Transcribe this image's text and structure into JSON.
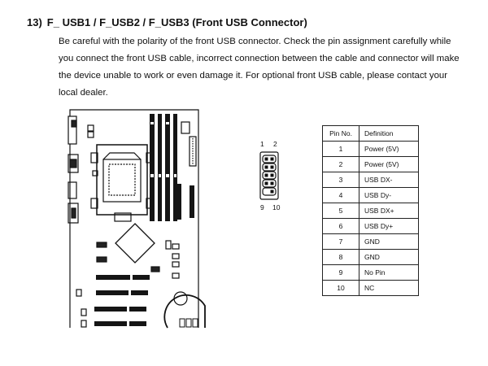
{
  "heading": {
    "number": "13)",
    "title": "F_ USB1 / F_USB2 / F_USB3 (Front USB Connector)"
  },
  "description": {
    "lines": [
      "Be careful with the polarity of the front USB connector. Check the pin assignment carefully while",
      "you connect the front USB cable, incorrect connection between the cable and connector will make",
      "the device unable to work or even damage it. For optional front USB cable, please contact your",
      "local dealer."
    ]
  },
  "connector": {
    "top_labels": [
      "1",
      "2"
    ],
    "bottom_labels": [
      "9",
      "10"
    ]
  },
  "pin_table": {
    "headers": [
      "Pin No.",
      "Definition"
    ],
    "rows": [
      [
        "1",
        "Power (5V)"
      ],
      [
        "2",
        "Power (5V)"
      ],
      [
        "3",
        "USB DX-"
      ],
      [
        "4",
        "USB Dy-"
      ],
      [
        "5",
        "USB DX+"
      ],
      [
        "6",
        "USB Dy+"
      ],
      [
        "7",
        "GND"
      ],
      [
        "8",
        "GND"
      ],
      [
        "9",
        "No Pin"
      ],
      [
        "10",
        "NC"
      ]
    ]
  }
}
